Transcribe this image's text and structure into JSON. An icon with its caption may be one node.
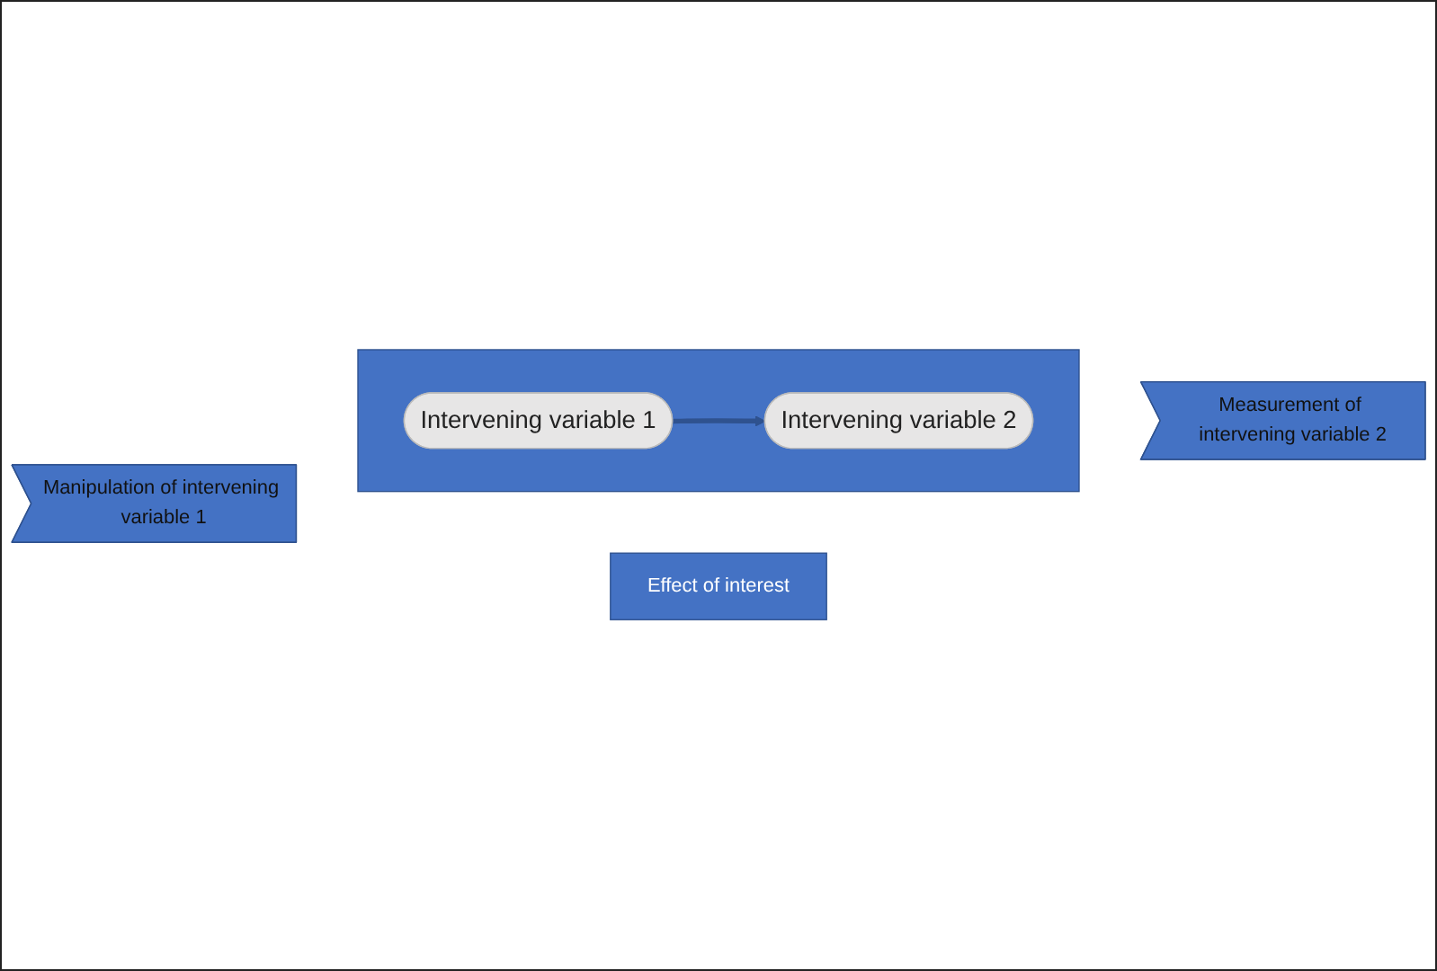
{
  "diagram": {
    "nodes": [
      {
        "text": [],
        "shape": "box"
      },
      {
        "text": [
          "Manipulation of intervening variable 1"
        ]
      },
      {
        "text": [
          "Intervening variable 1"
        ],
        "in": 0
      },
      {
        "text": [
          "Intervening variable 2"
        ],
        "in": 0
      },
      {
        "text": [
          "Measurement of intervening variable 2"
        ]
      },
      {
        "text": [
          "Effect of interest"
        ]
      }
    ],
    "edges": [
      {
        "from": 2,
        "to": 3,
        "arrow": "to"
      }
    ]
  }
}
